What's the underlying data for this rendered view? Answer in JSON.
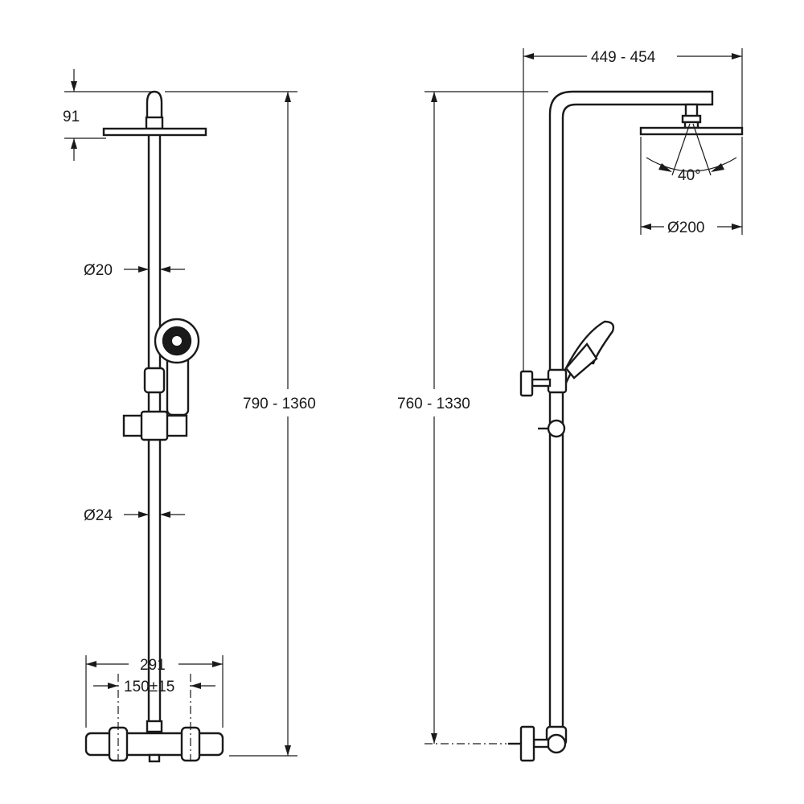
{
  "drawing": {
    "front_view": {
      "shower_head_height": "91",
      "upper_pipe_diameter": "Ø20",
      "lower_pipe_diameter": "Ø24",
      "total_height": "790 - 1360",
      "mixer_width": "291",
      "inlet_spacing": "150±15"
    },
    "side_view": {
      "arm_projection": "449 - 454",
      "spray_angle": "40°",
      "head_diameter": "Ø200",
      "riser_height": "760 - 1330"
    }
  }
}
